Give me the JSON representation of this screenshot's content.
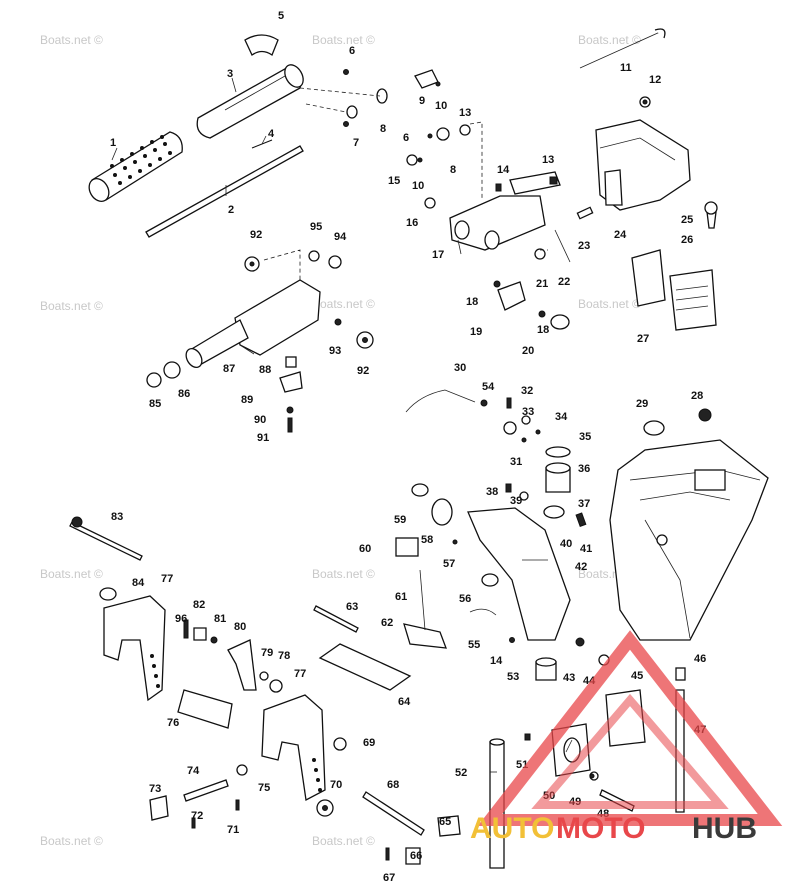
{
  "watermark": "Boats.net ©",
  "logo": {
    "part1": "AUTO",
    "part2": "MOTO",
    "part3": "HUB"
  },
  "labels": [
    "1",
    "2",
    "3",
    "4",
    "5",
    "6",
    "7",
    "8",
    "9",
    "10",
    "11",
    "12",
    "13",
    "14",
    "15",
    "16",
    "17",
    "18",
    "19",
    "20",
    "21",
    "22",
    "23",
    "24",
    "25",
    "26",
    "27",
    "28",
    "29",
    "30",
    "31",
    "32",
    "33",
    "34",
    "35",
    "36",
    "37",
    "38",
    "39",
    "40",
    "41",
    "42",
    "43",
    "44",
    "45",
    "46",
    "47",
    "48",
    "49",
    "50",
    "51",
    "52",
    "53",
    "54",
    "55",
    "56",
    "57",
    "58",
    "59",
    "60",
    "61",
    "62",
    "63",
    "64",
    "65",
    "66",
    "67",
    "68",
    "69",
    "70",
    "71",
    "72",
    "73",
    "74",
    "75",
    "76",
    "77",
    "78",
    "79",
    "80",
    "81",
    "82",
    "83",
    "84",
    "85",
    "86",
    "87",
    "88",
    "89",
    "90",
    "91",
    "92",
    "93",
    "94",
    "95",
    "96"
  ],
  "colors": {
    "line": "#111111",
    "watermark": "#c8c8c8",
    "logo_red": "#e8474a",
    "logo_yellow": "#f2c037",
    "logo_dark": "#3a3a3a"
  }
}
